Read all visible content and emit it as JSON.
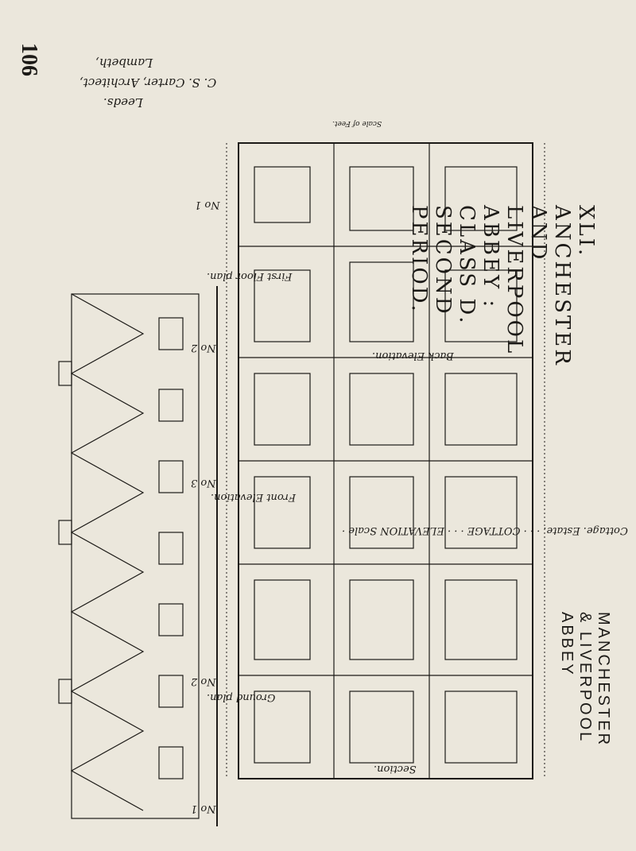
{
  "page": {
    "page_number": "106",
    "running_title": "XLI. ANCHESTER AND LIVERPOOL ABBEY : CLASS D. SECOND PERIOD.",
    "running_foot": "MANCHESTER & LIVERPOOL ABBEY"
  },
  "top_credits": {
    "line1": "Lambeth,",
    "line2": "C. S. Carter, Architect,",
    "line3": "Leeds."
  },
  "plan_numbers": [
    "No 1",
    "No 2",
    "No 3",
    "No 2",
    "No 1"
  ],
  "plan_titles": {
    "first_floor": "First Floor plan.",
    "ground": "Ground plan.",
    "section": "Section."
  },
  "elevations": {
    "back": "Back Elevation.",
    "front": "Front Elevation."
  },
  "bottom_caption": "Cottage. Estate. · · · COTTAGE · · · ELEVATION Scale ·",
  "scale_note": "Scale of Feet."
}
